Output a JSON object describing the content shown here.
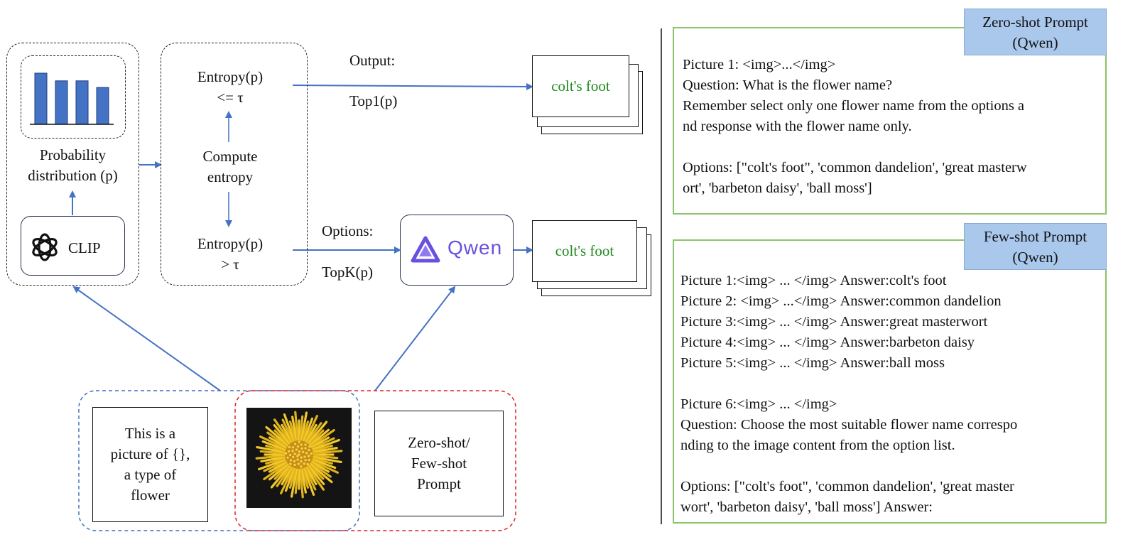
{
  "pipeline": {
    "prob_label_line1": "Probability",
    "prob_label_line2": "distribution (p)",
    "bar_values": [
      1.0,
      0.85,
      0.85,
      0.72
    ],
    "clip_label": "CLIP",
    "entropy_low_line1": "Entropy(p)",
    "entropy_low_line2": "<= τ",
    "compute_line1": "Compute",
    "compute_line2": "entropy",
    "entropy_high_line1": "Entropy(p)",
    "entropy_high_line2": ">  τ",
    "output_label": "Output:",
    "top1_label": "Top1(p)",
    "options_label": "Options:",
    "topk_label": "TopK(p)",
    "qwen_label": "Qwen",
    "result_top": "colt's foot",
    "result_bottom": "colt's foot",
    "text_prompt_line1": "This is a",
    "text_prompt_line2": "picture of {},",
    "text_prompt_line3": "a type of",
    "text_prompt_line4": "flower",
    "zf_prompt_line1": "Zero-shot/",
    "zf_prompt_line2": "Few-shot",
    "zf_prompt_line3": "Prompt"
  },
  "zero_shot": {
    "tab_line1": "Zero-shot Prompt",
    "tab_line2": "(Qwen)",
    "lines": [
      "Picture 1: <img>...</img>",
      "Question: What is the flower name?",
      "Remember select only one flower name from the options a",
      "nd response with the flower name only.",
      "",
      "Options: [\"colt's foot\", 'common dandelion', 'great masterw",
      "ort', 'barbeton daisy', 'ball moss']"
    ]
  },
  "few_shot": {
    "tab_line1": "Few-shot Prompt",
    "tab_line2": "(Qwen)",
    "lines": [
      "Picture 1:<img> ... </img> Answer:colt's foot",
      "Picture 2: <img> ...</img> Answer:common dandelion",
      "Picture 3:<img> ... </img> Answer:great masterwort",
      "Picture 4:<img> ... </img> Answer:barbeton daisy",
      "Picture 5:<img> ... </img> Answer:ball moss",
      "",
      "Picture 6:<img> ... </img>",
      "Question: Choose the most suitable flower name correspo",
      "nding to the image content from the option list.",
      "",
      "Options: [\"colt's foot\", 'common dandelion', 'great master",
      "wort', 'barbeton daisy', 'ball moss'] Answer:"
    ]
  },
  "colors": {
    "arrow": "#4472c4",
    "result_text": "#1f8a1f",
    "tab_fill": "#a9c8ec",
    "prompt_border": "#8bc46a",
    "qwen_purple": "#6a4fe0",
    "blue_dashed": "#4472c4",
    "red_dashed": "#e02020"
  }
}
